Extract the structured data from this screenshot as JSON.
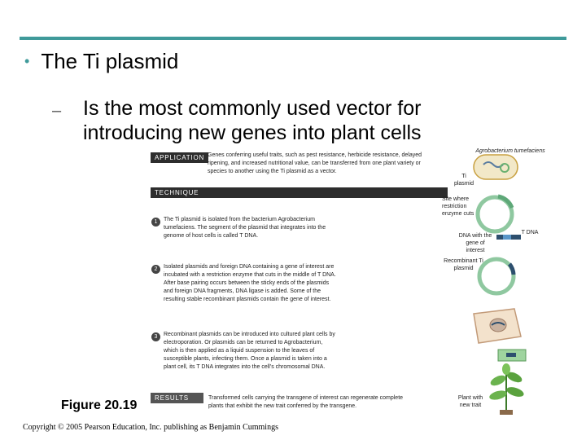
{
  "slide": {
    "title": "The Ti plasmid",
    "subtitle_dash": "–",
    "subtitle": "Is the most commonly used vector for introducing new genes into plant cells",
    "figure_label": "Figure 20.19",
    "copyright": "Copyright © 2005 Pearson Education, Inc. publishing as Benjamin Cummings"
  },
  "figure": {
    "application_label": "APPLICATION",
    "application_text": "Genes conferring useful traits, such as pest resistance, herbicide resistance, delayed ripening, and increased nutritional value, can be transferred from one plant variety or species to another using the Ti plasmid as a vector.",
    "technique_label": "TECHNIQUE",
    "steps": [
      {
        "num": "1",
        "text": "The Ti plasmid is isolated from the bacterium Agrobacterium tumefaciens. The segment of the plasmid that integrates into the genome of host cells is called T DNA."
      },
      {
        "num": "2",
        "text": "Isolated plasmids and foreign DNA containing a gene of interest are incubated with a restriction enzyme that cuts in the middle of T DNA. After base pairing occurs between the sticky ends of the plasmids and foreign DNA fragments, DNA ligase is added. Some of the resulting stable recombinant plasmids contain the gene of interest."
      },
      {
        "num": "3",
        "text": "Recombinant plasmids can be introduced into cultured plant cells by electroporation. Or plasmids can be returned to Agrobacterium, which is then applied as a liquid suspension to the leaves of susceptible plants, infecting them. Once a plasmid is taken into a plant cell, its T DNA integrates into the cell's chromosomal DNA."
      }
    ],
    "results_label": "RESULTS",
    "results_text": "Transformed cells carrying the transgene of interest can regenerate complete plants that exhibit the new trait conferred by the transgene.",
    "diagram_labels": {
      "agro": "Agrobacterium tumefaciens",
      "ti_plasmid": "Ti plasmid",
      "site": "Site where restriction enzyme cuts",
      "t_dna": "T DNA",
      "dna_gene": "DNA with the gene of interest",
      "recombinant": "Recombinant Ti plasmid",
      "plant": "Plant with new trait"
    }
  }
}
